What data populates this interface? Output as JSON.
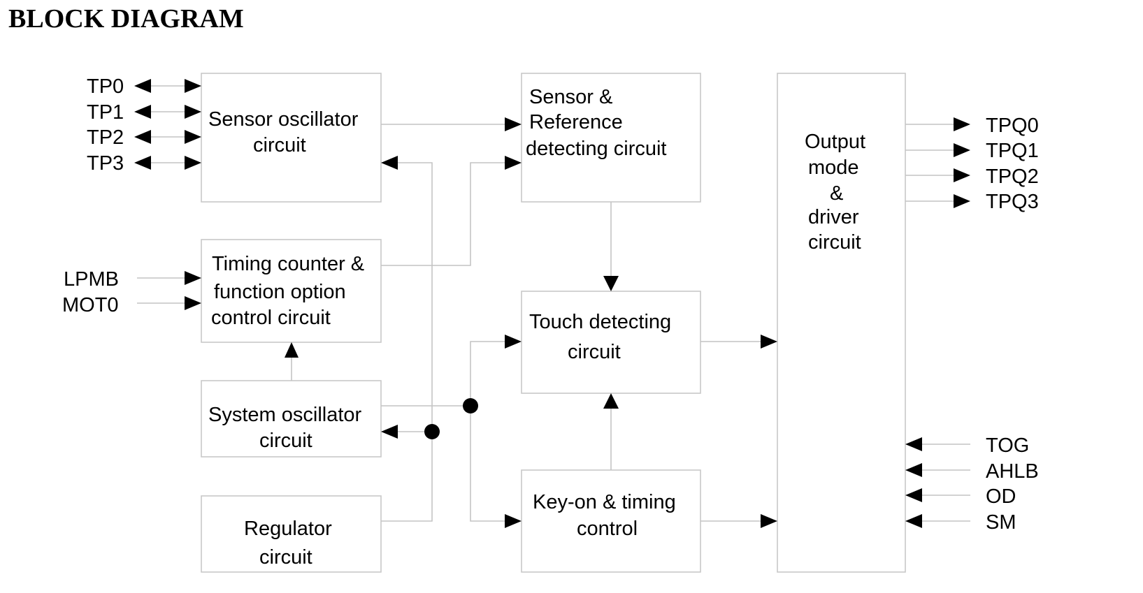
{
  "title": "BLOCK DIAGRAM",
  "blocks": {
    "sensor_osc": [
      "Sensor oscillator",
      "circuit"
    ],
    "timing_counter": [
      "Timing counter &",
      "function option",
      "control circuit"
    ],
    "system_osc": [
      "System oscillator",
      "circuit"
    ],
    "regulator": [
      "Regulator",
      "circuit"
    ],
    "sensor_ref": [
      "Sensor &",
      "Reference",
      "detecting circuit"
    ],
    "touch_detect": [
      "Touch detecting",
      "circuit"
    ],
    "keyon_timing": [
      "Key-on & timing",
      "control"
    ],
    "output_driver": [
      "Output",
      "mode",
      "&",
      "driver",
      "circuit"
    ]
  },
  "pins": {
    "tp0": "TP0",
    "tp1": "TP1",
    "tp2": "TP2",
    "tp3": "TP3",
    "lpmb": "LPMB",
    "mot0": "MOT0",
    "tpq0": "TPQ0",
    "tpq1": "TPQ1",
    "tpq2": "TPQ2",
    "tpq3": "TPQ3",
    "tog": "TOG",
    "ahlb": "AHLB",
    "od": "OD",
    "sm": "SM"
  }
}
